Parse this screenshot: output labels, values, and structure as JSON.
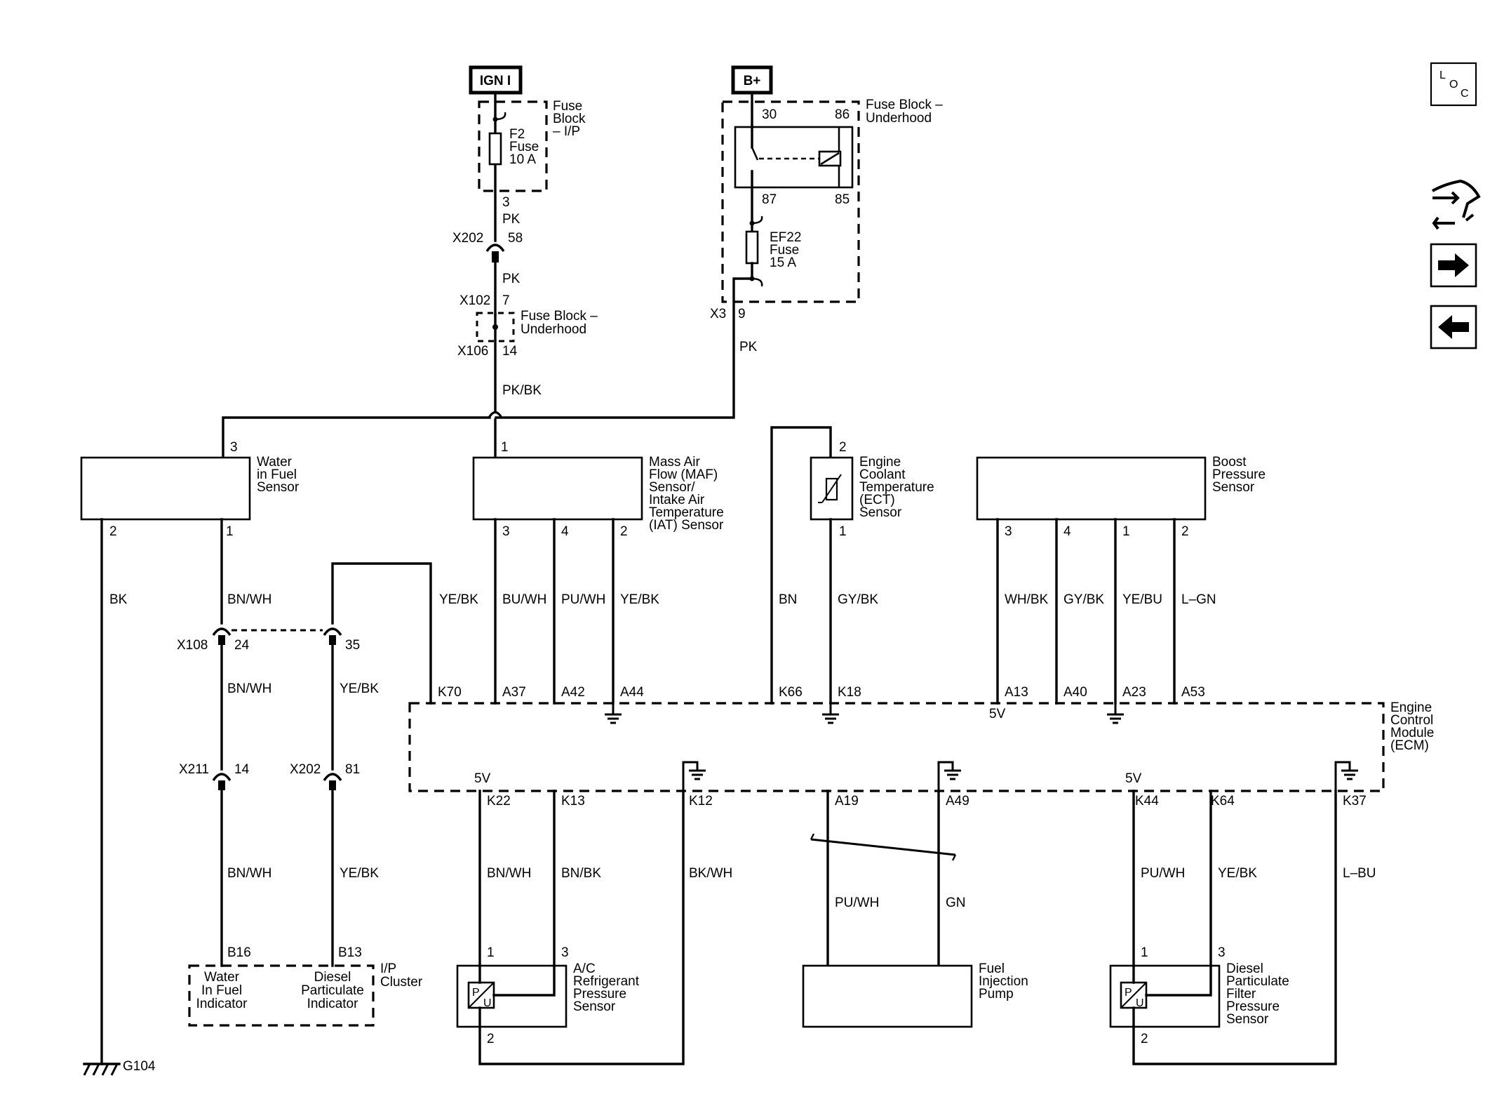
{
  "power": {
    "ign": "IGN I",
    "bplus": "B+"
  },
  "fuse_ip": {
    "title": [
      "Fuse",
      "Block",
      "– I/P"
    ],
    "fuse": [
      "F2",
      "Fuse",
      "10 A"
    ],
    "pin": "3"
  },
  "fuse_uh": {
    "title": [
      "Fuse Block –",
      "Underhood"
    ],
    "fuse": [
      "EF22",
      "Fuse",
      "15 A"
    ],
    "relay_pins": [
      "30",
      "86",
      "87",
      "85"
    ]
  },
  "conn": {
    "x202_top": {
      "name": "X202",
      "pin": "58"
    },
    "x102": {
      "name": "X102",
      "pin": "7"
    },
    "x106": {
      "name": "X106",
      "pin": "14"
    },
    "x3": {
      "name": "X3",
      "pin": "9"
    },
    "x108": {
      "name": "X108",
      "pin_a": "24",
      "pin_b": "35"
    },
    "x211": {
      "name": "X211",
      "pin": "14"
    },
    "x202_bot": {
      "name": "X202",
      "pin": "81"
    },
    "fb_uh_label": [
      "Fuse Block –",
      "Underhood"
    ]
  },
  "wires": {
    "pk1": "PK",
    "pk2": "PK",
    "pk3": "PK",
    "pkbk": "PK/BK",
    "bk": "BK",
    "bnwh1": "BN/WH",
    "bnwh2": "BN/WH",
    "bnwh3": "BN/WH",
    "yebk1": "YE/BK",
    "yebk2": "YE/BK",
    "yebk3": "YE/BK",
    "buwh": "BU/WH",
    "puwh": "PU/WH",
    "yebk_iat": "YE/BK",
    "bn": "BN",
    "gybk": "GY/BK",
    "whbk": "WH/BK",
    "gybk2": "GY/BK",
    "yebu": "YE/BU",
    "lgn": "L–GN",
    "bnwh_ac": "BN/WH",
    "bnbk": "BN/BK",
    "bkwh": "BK/WH",
    "puwh_pump": "PU/WH",
    "gn": "GN",
    "puwh_dpf": "PU/WH",
    "yebk_dpf": "YE/BK",
    "lbu": "L–BU"
  },
  "components": {
    "wif": {
      "label": [
        "Water",
        "in Fuel",
        "Sensor"
      ],
      "pins": [
        "3",
        "2",
        "1"
      ]
    },
    "maf": {
      "label": [
        "Mass Air",
        "Flow (MAF)",
        "Sensor/",
        "Intake Air",
        "Temperature",
        "(IAT) Sensor"
      ],
      "pins": [
        "1",
        "3",
        "4",
        "2"
      ]
    },
    "ect": {
      "label": [
        "Engine",
        "Coolant",
        "Temperature",
        "(ECT)",
        "Sensor"
      ],
      "pins": [
        "2",
        "1"
      ]
    },
    "boost": {
      "label": [
        "Boost",
        "Pressure",
        "Sensor"
      ],
      "pins": [
        "3",
        "4",
        "1",
        "2"
      ]
    },
    "ecm": {
      "label": [
        "Engine",
        "Control",
        "Module",
        "(ECM)"
      ],
      "top_pins": [
        "K70",
        "A37",
        "A42",
        "A44",
        "K66",
        "K18",
        "A13",
        "A40",
        "A23",
        "A53"
      ],
      "bottom_pins": [
        "K22",
        "K13",
        "K12",
        "A19",
        "A49",
        "K44",
        "K64",
        "K37"
      ],
      "v5": [
        "5V",
        "5V",
        "5V"
      ]
    },
    "ip": {
      "label": [
        "I/P",
        "Cluster"
      ],
      "pins": [
        "B16",
        "B13"
      ],
      "wif_ind": [
        "Water",
        "In Fuel",
        "Indicator"
      ],
      "dpf_ind": [
        "Diesel",
        "Particulate",
        "Indicator"
      ]
    },
    "ac": {
      "label": [
        "A/C",
        "Refrigerant",
        "Pressure",
        "Sensor"
      ],
      "pins": [
        "1",
        "3",
        "2"
      ]
    },
    "pump": {
      "label": [
        "Fuel",
        "Injection",
        "Pump"
      ]
    },
    "dpf": {
      "label": [
        "Diesel",
        "Particulate",
        "Filter",
        "Pressure",
        "Sensor"
      ],
      "pins": [
        "1",
        "3",
        "2"
      ]
    },
    "pu": "P U"
  },
  "ground": "G104",
  "nav": {
    "loc": [
      "L",
      "O",
      "C"
    ]
  }
}
